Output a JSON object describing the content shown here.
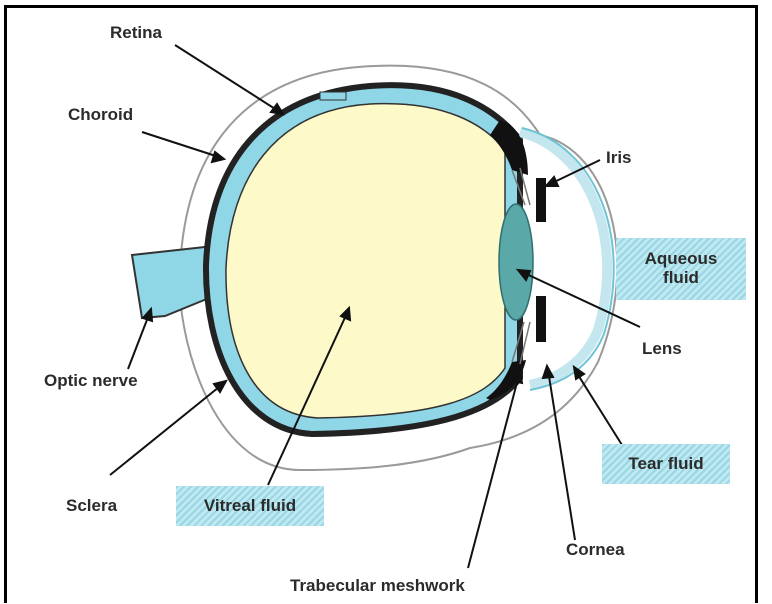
{
  "labels": {
    "retina": "Retina",
    "choroid": "Choroid",
    "iris": "Iris",
    "aqueous_line1": "Aqueous",
    "aqueous_line2": "fluid",
    "lens": "Lens",
    "optic_nerve": "Optic nerve",
    "sclera": "Sclera",
    "vitreal_fluid": "Vitreal fluid",
    "tear_fluid": "Tear fluid",
    "cornea": "Cornea",
    "trabecular_meshwork": "Trabecular meshwork"
  },
  "colors": {
    "vitreous": "#fdf9c8",
    "choroid_layer": "#8fd6e6",
    "retina_layer": "#111111",
    "lens": "#5aa8a8",
    "fluid_box": "#bfe8f0"
  }
}
